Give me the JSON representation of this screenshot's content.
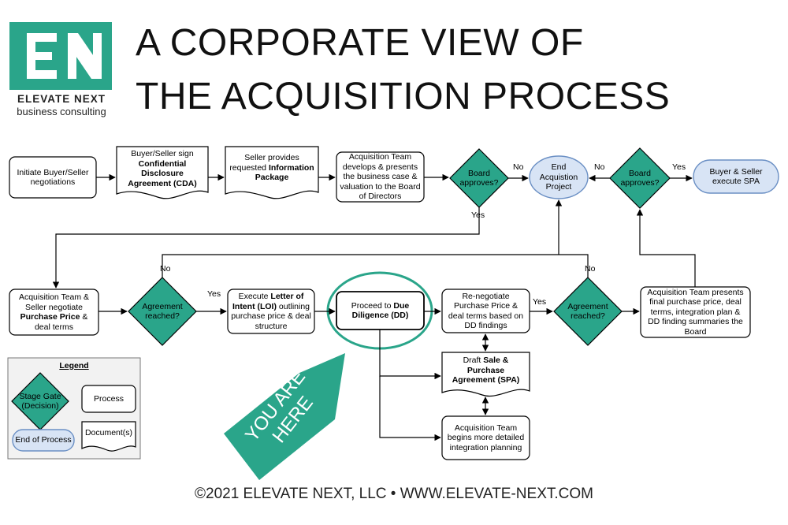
{
  "header": {
    "title_line1": "A CORPORATE VIEW OF",
    "title_line2": "THE ACQUISITION PROCESS",
    "logo_monogram": "EN",
    "logo_name": "ELEVATE NEXT",
    "logo_tagline": "business consulting"
  },
  "colors": {
    "teal": "#2aa58a",
    "end_fill": "#d8e4f5",
    "end_stroke": "#6a8fc4",
    "line": "#000000"
  },
  "nodes": {
    "n1": {
      "lines": [
        [
          {
            "t": "Initiate Buyer/Seller"
          }
        ],
        [
          {
            "t": "negotiations"
          }
        ]
      ]
    },
    "n2": {
      "lines": [
        [
          {
            "t": "Buyer/Seller sign"
          }
        ],
        [
          {
            "t": "Confidential",
            "b": true
          }
        ],
        [
          {
            "t": "Disclosure",
            "b": true
          }
        ],
        [
          {
            "t": "Agreement (CDA)",
            "b": true
          }
        ]
      ]
    },
    "n3": {
      "lines": [
        [
          {
            "t": "Seller provides"
          }
        ],
        [
          {
            "t": "requested "
          },
          {
            "t": "Information",
            "b": true
          }
        ],
        [
          {
            "t": "Package",
            "b": true
          }
        ]
      ]
    },
    "n4": {
      "lines": [
        [
          {
            "t": "Acquisition Team"
          }
        ],
        [
          {
            "t": "develops & presents"
          }
        ],
        [
          {
            "t": "the business case &"
          }
        ],
        [
          {
            "t": "valuation to the Board"
          }
        ],
        [
          {
            "t": "of Directors"
          }
        ]
      ]
    },
    "d1": {
      "lines": [
        [
          {
            "t": "Board"
          }
        ],
        [
          {
            "t": "approves?"
          }
        ]
      ]
    },
    "e1": {
      "lines": [
        [
          {
            "t": "End"
          }
        ],
        [
          {
            "t": "Acquistion"
          }
        ],
        [
          {
            "t": "Project"
          }
        ]
      ]
    },
    "d2": {
      "lines": [
        [
          {
            "t": "Board"
          }
        ],
        [
          {
            "t": "approves?"
          }
        ]
      ]
    },
    "e2": {
      "lines": [
        [
          {
            "t": "Buyer & Seller"
          }
        ],
        [
          {
            "t": "execute SPA"
          }
        ]
      ]
    },
    "n5": {
      "lines": [
        [
          {
            "t": "Acquisition Team &"
          }
        ],
        [
          {
            "t": "Seller negotiate"
          }
        ],
        [
          {
            "t": "Purchase Price",
            "b": true
          },
          {
            "t": " &"
          }
        ],
        [
          {
            "t": "deal terms"
          }
        ]
      ]
    },
    "d3": {
      "lines": [
        [
          {
            "t": "Agreement"
          }
        ],
        [
          {
            "t": "reached?"
          }
        ]
      ]
    },
    "n6": {
      "lines": [
        [
          {
            "t": "Execute "
          },
          {
            "t": "Letter of",
            "b": true
          }
        ],
        [
          {
            "t": "Intent (LOI)",
            "b": true
          },
          {
            "t": " outlining"
          }
        ],
        [
          {
            "t": "purchase price & deal"
          }
        ],
        [
          {
            "t": "structure"
          }
        ]
      ]
    },
    "n7": {
      "lines": [
        [
          {
            "t": "Proceed to "
          },
          {
            "t": "Due",
            "b": true
          }
        ],
        [
          {
            "t": "Diligence (DD)",
            "b": true
          }
        ]
      ]
    },
    "n8": {
      "lines": [
        [
          {
            "t": "Re-negotiate"
          }
        ],
        [
          {
            "t": "Purchase Price &"
          }
        ],
        [
          {
            "t": "deal terms based on"
          }
        ],
        [
          {
            "t": "DD findings"
          }
        ]
      ]
    },
    "d4": {
      "lines": [
        [
          {
            "t": "Agreement"
          }
        ],
        [
          {
            "t": "reached?"
          }
        ]
      ]
    },
    "n9": {
      "lines": [
        [
          {
            "t": "Acquisition Team presents"
          }
        ],
        [
          {
            "t": "final purchase price, deal"
          }
        ],
        [
          {
            "t": "terms, integration plan &"
          }
        ],
        [
          {
            "t": "DD finding summaries the"
          }
        ],
        [
          {
            "t": "Board"
          }
        ]
      ]
    },
    "n10": {
      "lines": [
        [
          {
            "t": "Draft "
          },
          {
            "t": "Sale &",
            "b": true
          }
        ],
        [
          {
            "t": "Purchase",
            "b": true
          }
        ],
        [
          {
            "t": "Agreement (SPA)",
            "b": true
          }
        ]
      ]
    },
    "n11": {
      "lines": [
        [
          {
            "t": "Acquisition Team"
          }
        ],
        [
          {
            "t": "begins more detailed"
          }
        ],
        [
          {
            "t": "integration planning"
          }
        ]
      ]
    }
  },
  "edge_labels": {
    "no_1": "No",
    "yes_1": "Yes",
    "no_2": "No",
    "yes_2": "Yes",
    "no_3": "No",
    "yes_3": "Yes",
    "no_4": "No",
    "yes_4": "Yes"
  },
  "legend": {
    "title": "Legend",
    "stage_gate": [
      [
        {
          "t": "Stage Gate"
        }
      ],
      [
        {
          "t": "(Decision)"
        }
      ]
    ],
    "process": [
      [
        {
          "t": "Process"
        }
      ]
    ],
    "end_of_process": [
      [
        {
          "t": "End of Process"
        }
      ]
    ],
    "documents": [
      [
        {
          "t": "Document(s)"
        }
      ]
    ]
  },
  "callout": {
    "line1": "YOU ARE",
    "line2": "HERE"
  },
  "footer": {
    "text": "©2021 ELEVATE NEXT, LLC • WWW.ELEVATE-NEXT.COM"
  }
}
